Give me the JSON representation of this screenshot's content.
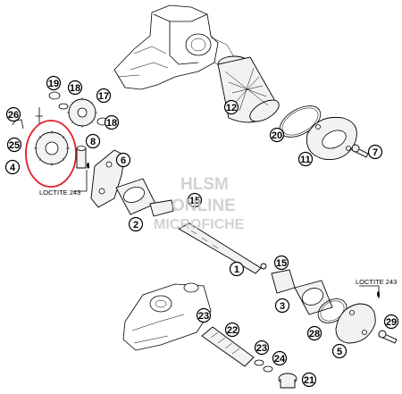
{
  "callouts": [
    {
      "n": "1"
    },
    {
      "n": "2"
    },
    {
      "n": "3"
    },
    {
      "n": "4"
    },
    {
      "n": "5"
    },
    {
      "n": "6"
    },
    {
      "n": "7"
    },
    {
      "n": "8"
    },
    {
      "n": "11"
    },
    {
      "n": "12"
    },
    {
      "n": "15"
    },
    {
      "n": "15"
    },
    {
      "n": "17"
    },
    {
      "n": "18"
    },
    {
      "n": "18"
    },
    {
      "n": "19"
    },
    {
      "n": "20"
    },
    {
      "n": "21"
    },
    {
      "n": "22"
    },
    {
      "n": "23"
    },
    {
      "n": "23"
    },
    {
      "n": "24"
    },
    {
      "n": "25"
    },
    {
      "n": "26"
    },
    {
      "n": "28"
    },
    {
      "n": "29"
    }
  ],
  "loctite_labels": [
    "LOCTITE 243",
    "LOCTITE 243"
  ],
  "watermark": {
    "line1": "HLSM",
    "line2": "ONLINE",
    "line3": "MICROFICHE"
  },
  "highlight_color": "#e0202a"
}
